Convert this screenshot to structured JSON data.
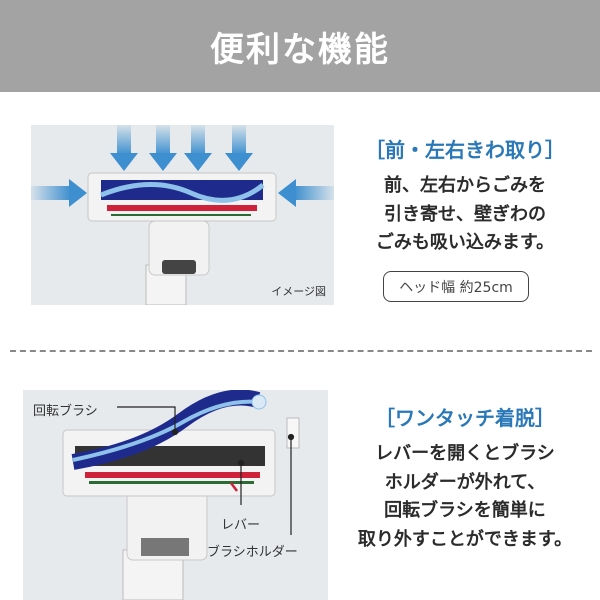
{
  "header": {
    "title": "便利な機能"
  },
  "feature1": {
    "title": "［前・左右きわ取り］",
    "body": [
      "前、左右からごみを",
      "引き寄せ、壁ぎわの",
      "ごみも吸い込みます。"
    ],
    "badge": "ヘッド幅 約25cm",
    "image_caption": "イメージ図"
  },
  "feature2": {
    "title": "［ワンタッチ着脱］",
    "body": [
      "レバーを開くとブラシ",
      "ホルダーが外れて、",
      "回転ブラシを簡単に",
      "取り外すことができます。"
    ],
    "labels": {
      "brush": "回転ブラシ",
      "lever": "レバー",
      "holder": "ブラシホルダー"
    }
  },
  "colors": {
    "header_bg": "#a3a3a3",
    "accent": "#2a78b8",
    "arrow": "#3d8fcf",
    "brush_red": "#d0213a"
  }
}
